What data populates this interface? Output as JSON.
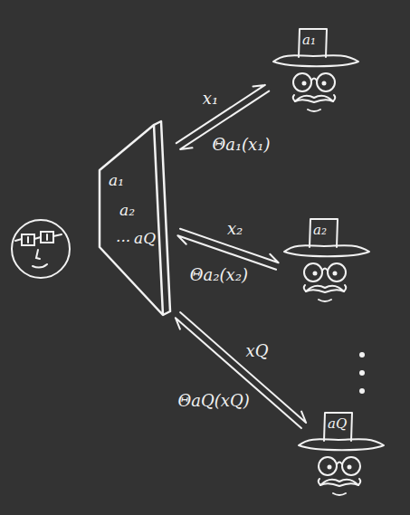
{
  "diagram": {
    "nodes": [
      {
        "text": [
          "a₁",
          "a₂",
          "...",
          "aQ"
        ]
      },
      {
        "text": [
          "a₁"
        ]
      },
      {
        "text": [
          "a₂"
        ]
      },
      {
        "text": [
          "aQ"
        ]
      }
    ],
    "edges": [
      {
        "from": 0,
        "to": 1,
        "label": "x₁",
        "arrow": "to"
      },
      {
        "from": 1,
        "to": 0,
        "label": "Θa₁(x₁)",
        "arrow": "to"
      },
      {
        "from": 0,
        "to": 2,
        "label": "x₂",
        "arrow": "to"
      },
      {
        "from": 2,
        "to": 0,
        "label": "Θa₂(x₂)",
        "arrow": "to"
      },
      {
        "from": 0,
        "to": 3,
        "label": "xQ",
        "arrow": "to"
      },
      {
        "from": 3,
        "to": 0,
        "label": "ΘaQ(xQ)",
        "arrow": "to"
      }
    ]
  }
}
